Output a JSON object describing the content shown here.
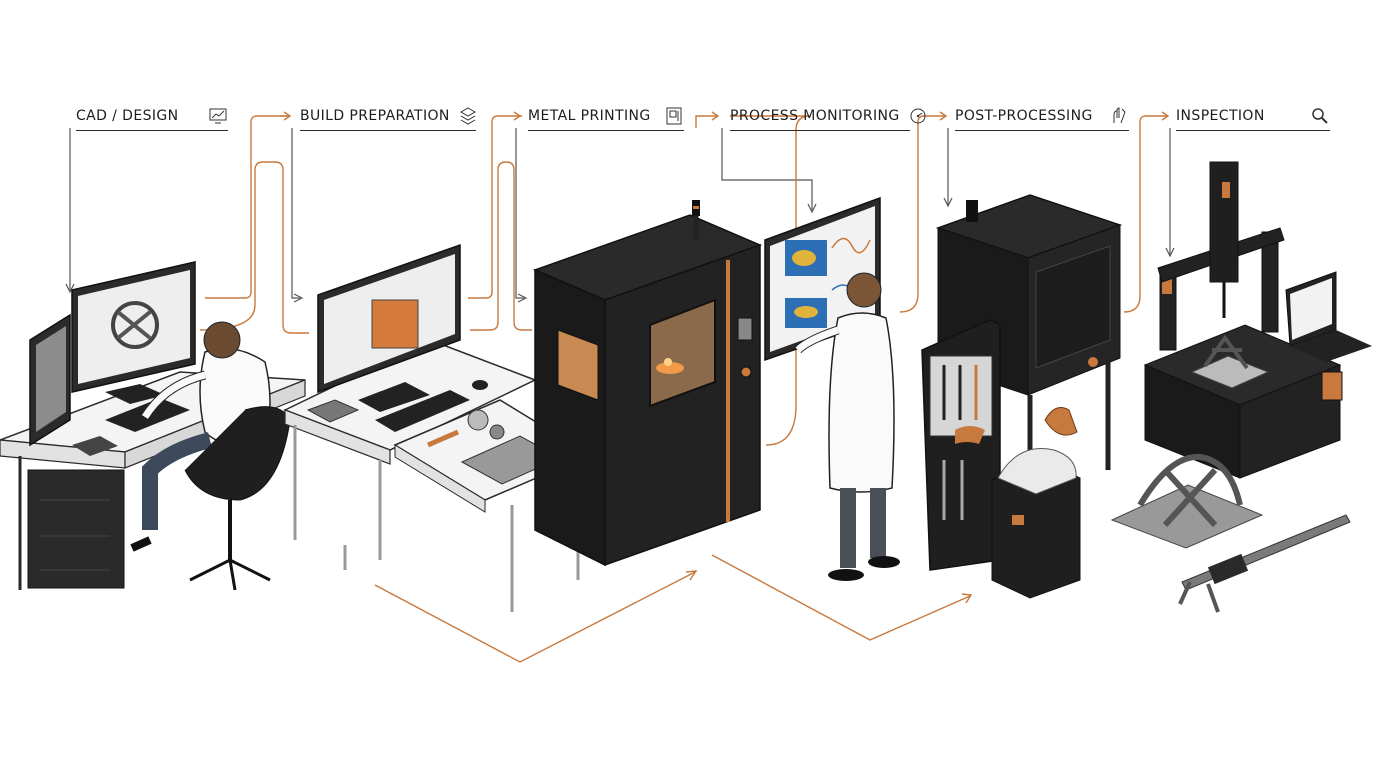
{
  "stages": [
    {
      "id": "cad",
      "label": "CAD / DESIGN",
      "icon": "monitor-chart-icon"
    },
    {
      "id": "build",
      "label": "BUILD PREPARATION",
      "icon": "layers-cube-icon"
    },
    {
      "id": "print",
      "label": "METAL PRINTING",
      "icon": "printer-machine-icon"
    },
    {
      "id": "monitor",
      "label": "PROCESS MONITORING",
      "icon": "gauge-icon"
    },
    {
      "id": "post",
      "label": "POST-PROCESSING",
      "icon": "hand-tools-icon"
    },
    {
      "id": "inspect",
      "label": "INSPECTION",
      "icon": "magnifier-icon"
    }
  ],
  "colors": {
    "line": "#3a3a3a",
    "accent": "#c8793e",
    "machine": "#1f1f1f",
    "machine_light": "#3a3a3a",
    "desk": "#f2f2f2",
    "screen_blue": "#2c6fb5",
    "screen_heat": "#e0b43a",
    "glow": "#f39a4a"
  }
}
